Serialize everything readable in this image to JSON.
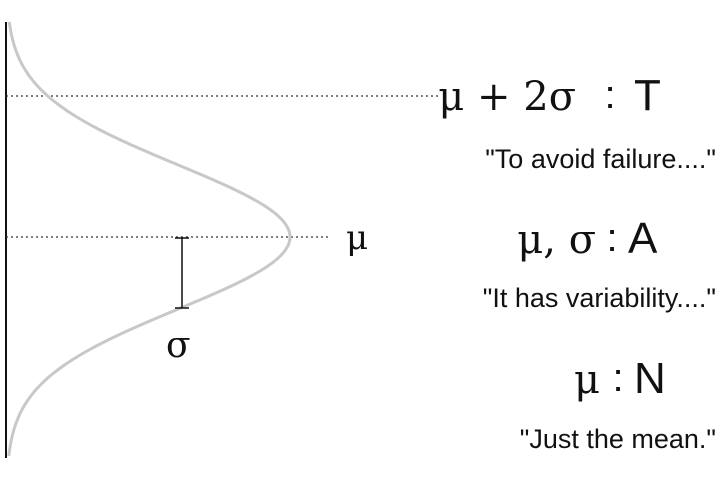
{
  "diagram": {
    "symbols": {
      "mean_label": "μ",
      "sigma_label": "σ"
    },
    "rows": [
      {
        "symbol": "μ + 2σ",
        "separator": ":",
        "letter": "T",
        "quote": "\"To avoid failure....\""
      },
      {
        "symbol": "μ, σ",
        "separator": ":",
        "letter": "A",
        "quote": "\"It has variability....\""
      },
      {
        "symbol": "μ",
        "separator": ":",
        "letter": "N",
        "quote": "\"Just the mean.\""
      }
    ],
    "colors": {
      "curve": "#c8c8c8",
      "axis": "#111111",
      "text": "#111111",
      "dotted_line": "#333333"
    }
  }
}
